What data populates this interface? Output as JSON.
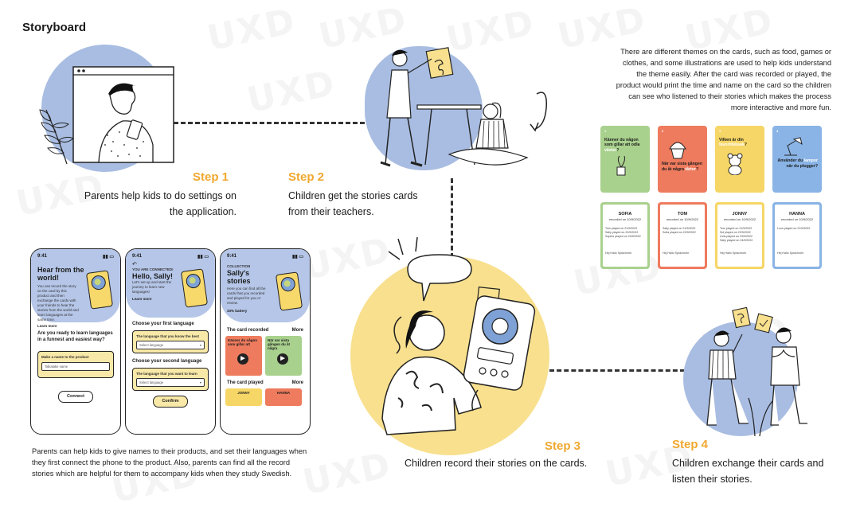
{
  "title": "Storyboard",
  "watermark_text": "UXD",
  "steps": [
    {
      "label": "Step 1",
      "lines": [
        "Parents help kids to do settings on",
        "the application."
      ]
    },
    {
      "label": "Step 2",
      "lines": [
        "Children get the stories cards",
        "from  their teachers."
      ]
    },
    {
      "label": "Step 3",
      "lines": [
        "Children record their stories on the cards."
      ]
    },
    {
      "label": "Step 4",
      "lines": [
        "Children exchange their cards and",
        "listen their stories."
      ]
    }
  ],
  "themes_paragraph": [
    "There are different themes on the cards, such as food, games or",
    "clothes, and some illustrations are used to help kids understand",
    "the theme easily. After the card was recorded or played, the",
    "product would print the time and name on the card so the children",
    "can see who listened to their stories which makes the process",
    "more interactive and more fun."
  ],
  "parents_paragraph": [
    "Parents can help kids to give names to their products, and set their languages when",
    "they first connect the phone to the product. Also, parents can find all the record",
    "stories which are helpful for them to accompany kids when they study Swedish."
  ],
  "phones": {
    "p1": {
      "time": "9:41",
      "title": "Hear from the world!",
      "desc": "You can record the story on the card by this product and then exchange the cards with your friends to hear the stories from the world and learn languages at the same time.",
      "more": "Learn more",
      "question": "Are you ready to learn languages in a funnest and easiest way?",
      "field_label": "Make a name to the product",
      "field_placeholder": "Talkalake name",
      "button": "Connect"
    },
    "p2": {
      "time": "9:41",
      "connected": "YOU ARE CONNECTED!",
      "title": "Hello, Sally!",
      "desc": "Let's set up and start the journey to learn new languages!",
      "more": "Learn more",
      "section1": "Choose your first language",
      "field1_label": "The language that you know the best",
      "section2": "Choose your second language",
      "field2_label": "The language that you want to learn",
      "select_placeholder": "Select language",
      "button": "Confirm"
    },
    "p3": {
      "time": "9:41",
      "collection": "COLLECTION",
      "title": "Sally's stories",
      "desc": "Here you can find all the cards that you recorded and played for you or review.",
      "battery": "33% battery",
      "recorded": "The card recorded",
      "played": "The card played",
      "more": "More",
      "card_q1": "Känner du någon som gillar att",
      "card_q2": "När var sista gången du åt några",
      "name1": "JONNY",
      "name2": "HANNA"
    }
  },
  "cards_top": [
    {
      "color": "green",
      "number": "1",
      "text": "Känner du någon som gillar att odla",
      "highlight": "växter",
      "end": "?"
    },
    {
      "color": "red",
      "number": "2",
      "text": "När var sista gången du åt några",
      "highlight": "tårtor",
      "end": "?"
    },
    {
      "color": "yellow",
      "number": "3",
      "text": "Vilken är din",
      "highlight": "favoritleksak",
      "end": "?"
    },
    {
      "color": "blue",
      "number": "4",
      "text": "Använder du",
      "highlight": "lampor",
      "end": "när du plugger?"
    }
  ],
  "cards_bottom": [
    {
      "color": "green",
      "name": "SOFIA",
      "recorded": "recorded on 10/9/2022",
      "lines": [
        "Tom played on 21/9/2022",
        "Sally played on 22/9/2022",
        "Sophie played on 23/9/2022"
      ],
      "footer": "Hej Hallo Sprachrohr"
    },
    {
      "color": "red",
      "name": "TOM",
      "recorded": "recorded on 10/9/2022",
      "lines": [
        "Sally played on 21/9/2022",
        "Sofia played on 22/9/2022"
      ],
      "footer": "Hej Hallo Sprachrohr"
    },
    {
      "color": "yellow",
      "name": "JONNY",
      "recorded": "recorded on 10/9/2022",
      "lines": [
        "Tom played on 21/9/2022",
        "Sol played on 22/9/2022",
        "Livia played on 23/9/2022",
        "Sally played on 24/9/2022"
      ],
      "footer": "Hej Hallo Sprachrohr"
    },
    {
      "color": "blue",
      "name": "HANNA",
      "recorded": "recorded on 10/9/2022",
      "lines": [
        "Lova played on 21/9/2022"
      ],
      "footer": "Hej Hallo Sprachrohr"
    }
  ],
  "colors": {
    "blue_blob": "#a9bde2",
    "yellow_blob": "#f8e08e",
    "step_orange": "#f0a830",
    "card_green": "#a9d18e",
    "card_red": "#ee7b5e",
    "card_yellow": "#f6d666",
    "card_blue": "#8ab4e6"
  }
}
